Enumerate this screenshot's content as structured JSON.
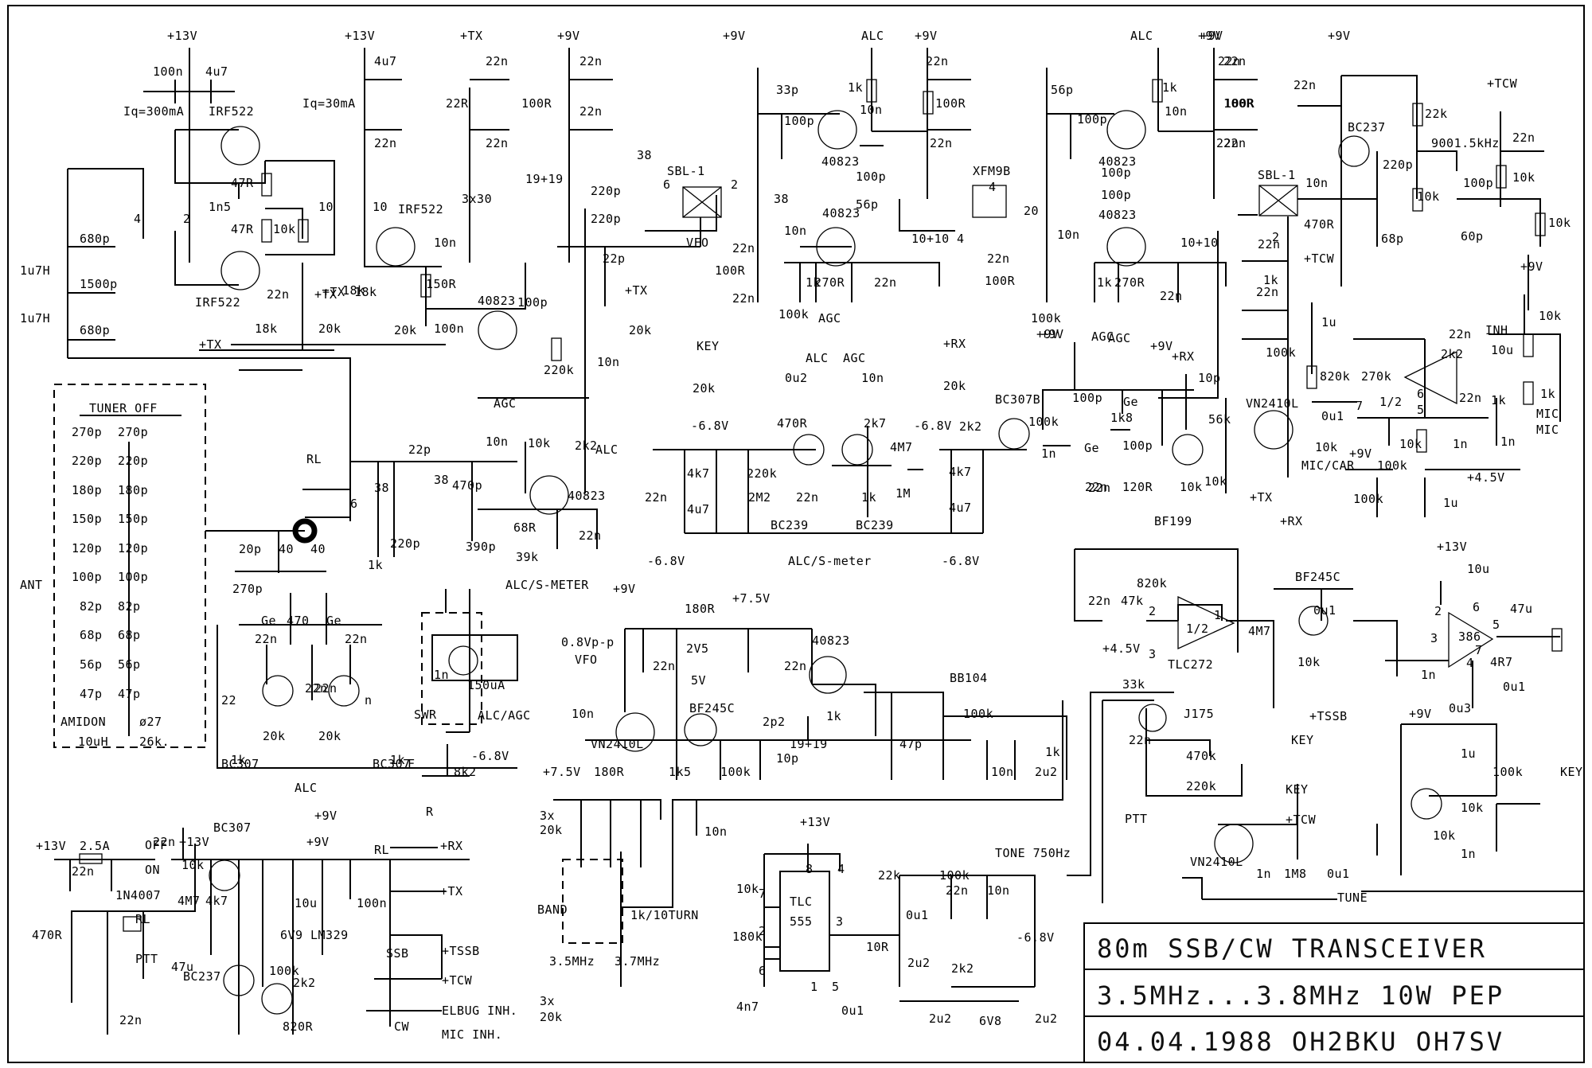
{
  "title_block": {
    "line1": "80m SSB/CW TRANSCEIVER",
    "line2": "3.5MHz...3.8MHz    10W PEP",
    "line3": "04.04.1988  OH2BKU  OH7SV"
  },
  "labels": {
    "pa": [
      "+13V",
      "100n",
      "4u7",
      "Iq=300mA",
      "IRF522",
      "47R",
      "47R",
      "10k",
      "1n5",
      "4",
      "2",
      "10",
      "IRF522",
      "22n",
      "+TX",
      "18k",
      "18k",
      "20k",
      "+TX",
      "680p",
      "1500p",
      "680p",
      "1u7H",
      "1u7H"
    ],
    "driver": [
      "+13V",
      "4u7",
      "Iq=30mA",
      "22n",
      "10",
      "IRF522",
      "10n",
      "150R",
      "18k",
      "+TX",
      "20k",
      "100n",
      "+TX",
      "22n",
      "22R",
      "22n",
      "3x30"
    ],
    "premix": [
      "+9V",
      "22n",
      "100R",
      "22n",
      "19+19",
      "220p",
      "220p",
      "22p",
      "38",
      "6",
      "SBL-1",
      "2",
      "VFO",
      "40823",
      "100p",
      "220k",
      "+TX",
      "20k",
      "10n"
    ],
    "if1": [
      "33p",
      "38",
      "22n",
      "100R",
      "22n",
      "+9V",
      "100p",
      "40823",
      "1k",
      "10n",
      "ALC",
      "+9V",
      "22n",
      "100R",
      "22n",
      "100p",
      "56p",
      "40823",
      "10n",
      "1k",
      "270R",
      "22n",
      "100k",
      "AGC",
      "10+10",
      "4",
      "XFM9B"
    ],
    "if2": [
      "56p",
      "4",
      "20",
      "22n",
      "100R",
      "+9V",
      "100k",
      "100p",
      "40823",
      "ALC",
      "1k",
      "10n",
      "+9V",
      "22n",
      "100R",
      "22n",
      "100p",
      "100p",
      "40823",
      "10n",
      "1k",
      "270R",
      "22n",
      "AGC",
      "10+10"
    ],
    "bfo": [
      "+9V",
      "22n",
      "100R",
      "22n",
      "SBL-1",
      "2",
      "10n",
      "+9V",
      "22n",
      "BC237",
      "22k",
      "220p",
      "470R",
      "68p",
      "10k",
      "9001.5kHz",
      "100p",
      "60p",
      "+TCW",
      "22n",
      "10k",
      "10k",
      "22n",
      "1k",
      "22n",
      "+TCW"
    ],
    "mic": [
      "1u",
      "100k",
      "820k",
      "VN2410L",
      "0u1",
      "10k",
      "MIC/CAR",
      "+TX",
      "270k",
      "2k2",
      "22n",
      "1/2",
      "7",
      "6",
      "5",
      "22n",
      "1k",
      "10k",
      "1n",
      "+9V",
      "100k",
      "100k",
      "+4.5V",
      "1u",
      "MIC",
      "INH",
      "+9V",
      "10k",
      "10u",
      "1k",
      "1n",
      "MIC",
      "10p",
      "56k",
      "10k"
    ],
    "agc": [
      "KEY",
      "20k",
      "-6.8V",
      "ALC",
      "AGC",
      "0u2",
      "470R",
      "10n",
      "2k7",
      "+RX",
      "20k",
      "-6.8V",
      "ALC",
      "2k2",
      "4k7",
      "22n",
      "4u7",
      "220k",
      "2M2",
      "BC239",
      "22n",
      "BC239",
      "1k",
      "4M7",
      "1M",
      "4k7",
      "4u7",
      "2k2",
      "-6.8V",
      "-6.8V",
      "ALC/S-meter",
      "BC307B",
      "100k",
      "1n",
      "22n",
      "100p",
      "Ge",
      "Ge",
      "1k8",
      "100p",
      "+9V",
      "+RX",
      "BF199",
      "22n",
      "120R",
      "10k",
      "AGC",
      "+9V"
    ],
    "rxmix": [
      "AGC",
      "10k",
      "10n",
      "22p",
      "38",
      "6",
      "38",
      "220p",
      "470p",
      "390p",
      "39k",
      "40823",
      "68R",
      "22n",
      "RL"
    ],
    "tuner": [
      "TUNER OFF",
      "270p",
      "270p",
      "220p",
      "220p",
      "180p",
      "180p",
      "150p",
      "150p",
      "120p",
      "120p",
      "100p",
      "100p",
      "82p",
      "82p",
      "68p",
      "68p",
      "56p",
      "56p",
      "47p",
      "47p",
      "AMIDON",
      "10uH",
      "ø27",
      "26k.",
      "ANT"
    ],
    "swr": [
      "20p",
      "40",
      "40",
      "1k",
      "270p",
      "Ge",
      "470",
      "Ge",
      "22n",
      "22n",
      "22n",
      "22n",
      "22",
      "n",
      "20k",
      "20k",
      "BC307",
      "BC307",
      "1k",
      "1k",
      "ALC",
      "F",
      "+9V",
      "R"
    ],
    "meter": [
      "ALC/S-METER",
      "1n",
      "150uA",
      "SWR",
      "ALC/AGC",
      "-6.8V",
      "8k2"
    ],
    "vfo": [
      "+9V",
      "0.8Vp-p",
      "VFO",
      "180R",
      "+7.5V",
      "22n",
      "2V5",
      "5V",
      "22n",
      "40823",
      "10n",
      "BF245C",
      "VN2410L",
      "1k",
      "2p2",
      "180R",
      "1k5",
      "100k",
      "10p",
      "19+19",
      "47p",
      "BB104",
      "100k",
      "10n",
      "2u2",
      "1k"
    ],
    "band": [
      "+7.5V",
      "3x",
      "20k",
      "10n",
      "BAND",
      "1k/10TURN",
      "3.5MHz",
      "3.7MHz",
      "3x",
      "20k"
    ],
    "tone": [
      "+13V",
      "10k",
      "180k",
      "4n7",
      "TLC",
      "555",
      "8",
      "4",
      "7",
      "2",
      "6",
      "1",
      "5",
      "3",
      "0u1",
      "10R",
      "22k",
      "0u1",
      "100k",
      "22n",
      "10n",
      "TONE 750Hz",
      "2u2",
      "2k2",
      "-6.8V",
      "2u2",
      "6V8",
      "2u2"
    ],
    "af": [
      "22n",
      "47k",
      "820k",
      "+RX",
      "BF245C",
      "4M7",
      "0u1",
      "1/2",
      "TLC272",
      "+4.5V",
      "2",
      "3",
      "1",
      "10k",
      "+13V",
      "10u",
      "2",
      "6",
      "386",
      "3",
      "4",
      "7",
      "5",
      "47u",
      "4R7",
      "0u1",
      "1n",
      "0u3"
    ],
    "key": [
      "33k",
      "J175",
      "22n",
      "470k",
      "220k",
      "KEY",
      "+TSSB",
      "KEY",
      "+TCW",
      "PTT",
      "VN2410L",
      "1n",
      "1M8",
      "0u1",
      "+9V",
      "1u",
      "100k",
      "10k",
      "KEY",
      "10k",
      "1n",
      "TUNE"
    ],
    "power": [
      "+13V",
      "2.5A",
      "OFF",
      "ON",
      "22n",
      "1N4007",
      "22n",
      "+13V",
      "BC307",
      "10k",
      "4M7",
      "4k7",
      "+9V",
      "10u",
      "100n",
      "6V9",
      "LM329",
      "RL",
      "+RX",
      "+TX",
      "470R",
      "RL",
      "47u",
      "PTT",
      "22n",
      "BC237",
      "100k",
      "2k2",
      "820R",
      "SSB",
      "+TSSB",
      "+TCW",
      "ELBUG INH.",
      "CW",
      "MIC INH."
    ]
  }
}
